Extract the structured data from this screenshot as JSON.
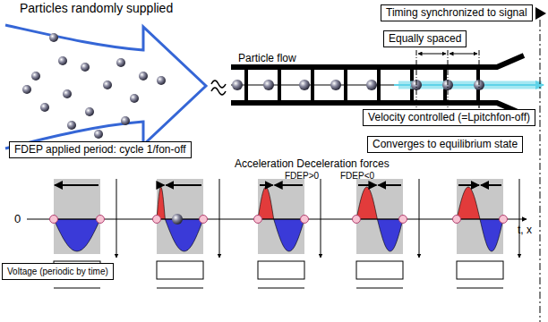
{
  "diagram": {
    "nodes": [
      {
        "text": [
          "Timing synchronized to signal"
        ]
      },
      {
        "text": [
          "Equally spaced"
        ]
      },
      {
        "text": [
          "Velocity controlled (=Lpitchfon-off)"
        ]
      },
      {
        "text": [
          "FDEP applied period: cycle 1/fon-off"
        ]
      },
      {
        "text": [
          "Converges to equilibrium state"
        ]
      },
      {
        "text": [
          "Voltage (periodic by time)"
        ]
      }
    ],
    "labels": [
      "Particles randomly supplied",
      "Particle flow",
      "Acceleration Deceleration forces",
      "FDEP>0",
      "FDEP<0",
      "0",
      "t, x"
    ]
  }
}
